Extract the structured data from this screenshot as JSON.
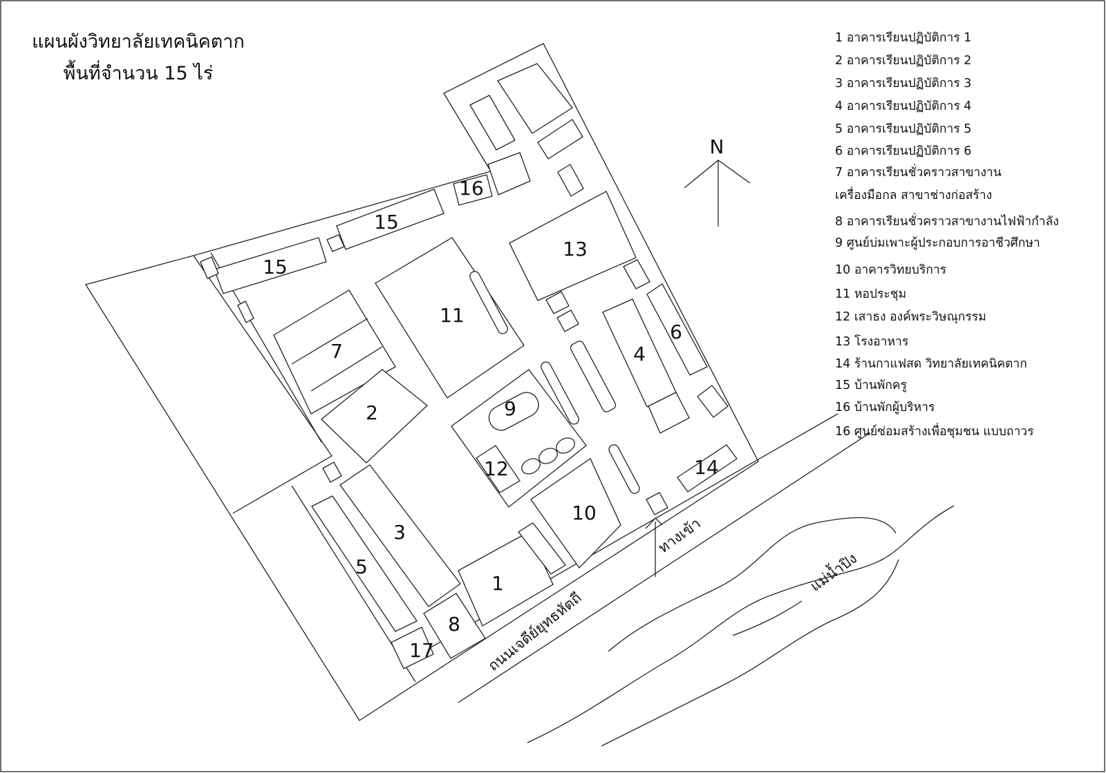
{
  "title": {
    "line1": "แผนผังวิทยาลัยเทคนิคตาก",
    "line2": "พื้นที่จำนวน 15 ไร่"
  },
  "legend": [
    "1 อาคารเรียนปฏิบัติการ 1",
    "2 อาคารเรียนปฏิบัติการ 2",
    "3 อาคารเรียนปฏิบัติการ 3",
    "4 อาคารเรียนปฏิบัติการ 4",
    "5 อาคารเรียนปฏิบัติการ 5",
    "6 อาคารเรียนปฏิบัติการ 6",
    "7 อาคารเรียนชั่วคราวสาขางาน",
    "เครื่องมือกล สาขาช่างก่อสร้าง",
    "8 อาคารเรียนชั่วคราวสาขางานไฟฟ้ากำลัง",
    "9 ศูนย์บ่มเพาะผู้ประกอบการอาชีวศึกษา",
    "10 อาคารวิทยบริการ",
    "11 หอประชุม",
    "12 เสาธง องค์พระวิษณุกรรม",
    "13 โรงอาหาร",
    "14 ร้านกาแฟสด วิทยาลัยเทคนิคตาก",
    "15 บ้านพักครู",
    "16 บ้านพักผู้บริหาร",
    "16 ศูนย์ซ่อมสร้างเพื่อชุมชน แบบถาวร"
  ],
  "map": {
    "north": "N",
    "entrance": "ทางเข้า",
    "road": "ถนนเจดีย์ยุทธหัตถี",
    "river": "แม่น้ำปิง",
    "building_labels": {
      "b1": "1",
      "b2": "2",
      "b3": "3",
      "b4": "4",
      "b5": "5",
      "b6": "6",
      "b7": "7",
      "b8": "8",
      "b9": "9",
      "b10": "10",
      "b11": "11",
      "b12": "12",
      "b13": "13",
      "b14": "14",
      "b15a": "15",
      "b15b": "15",
      "b16": "16",
      "b17": "17"
    }
  }
}
